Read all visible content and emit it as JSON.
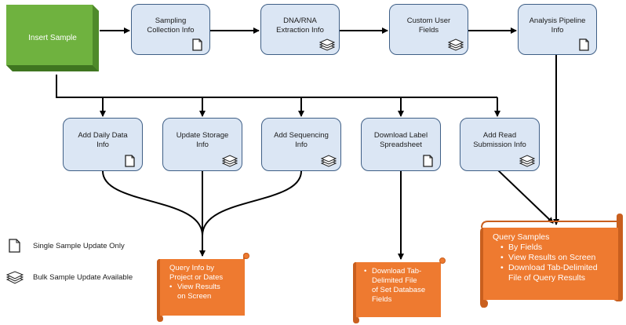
{
  "insert_sample": "Insert Sample",
  "top_boxes": [
    {
      "label": "Sampling Collection Info",
      "icon": "single-doc-icon"
    },
    {
      "label": "DNA/RNA Extraction Info",
      "icon": "stack-icon"
    },
    {
      "label": "Custom User Fields",
      "icon": "stack-icon"
    },
    {
      "label": "Analysis Pipeline Info",
      "icon": "single-doc-icon"
    }
  ],
  "bottom_boxes": [
    {
      "label": "Add Daily Data Info",
      "icon": "single-doc-icon"
    },
    {
      "label": "Update Storage Info",
      "icon": "stack-icon"
    },
    {
      "label": "Add Sequencing Info",
      "icon": "stack-icon"
    },
    {
      "label": "Download Label Spreadsheet",
      "icon": "single-doc-icon"
    },
    {
      "label": "Add Read Submission Info",
      "icon": "stack-icon"
    }
  ],
  "scroll_query_info": {
    "line1": "Query Info by",
    "line2": "Project or Dates",
    "bullet1": "View Results",
    "bullet1b": "on Screen"
  },
  "scroll_download": {
    "bullet1": "Download Tab-",
    "l2": "Delimited File",
    "l3": "of Set Database",
    "l4": "Fields"
  },
  "scroll_query_samples": {
    "title": "Query Samples",
    "b1": "By Fields",
    "b2": "View Results  on Screen",
    "b3": "Download Tab-Delimited",
    "b3b": "File of Query Results"
  },
  "legend": {
    "single": "Single Sample Update Only",
    "bulk": "Bulk Sample Update Available"
  },
  "colors": {
    "box_fill": "#dbe6f4",
    "box_border": "#3f5f86",
    "green": "#6fb23f",
    "orange": "#ee7a30"
  }
}
